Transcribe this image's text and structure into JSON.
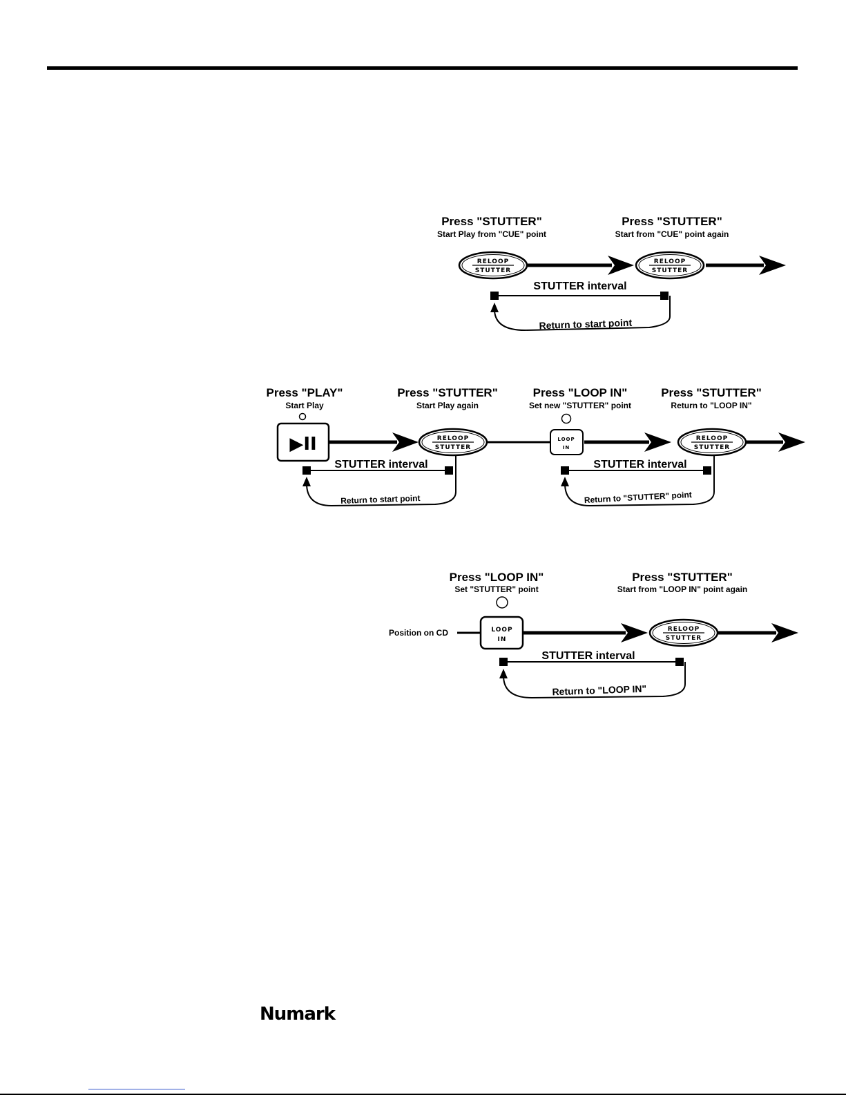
{
  "diagram1": {
    "step1": {
      "title": "Press \"STUTTER\"",
      "subtitle": "Start Play from \"CUE\" point"
    },
    "step2": {
      "title": "Press \"STUTTER\"",
      "subtitle": "Start from \"CUE\" point again"
    },
    "button_top": "RELOOP",
    "button_bottom": "STUTTER",
    "interval_label": "STUTTER interval",
    "return_label": "Return to start point"
  },
  "diagram2": {
    "step1": {
      "title": "Press \"PLAY\"",
      "subtitle": "Start Play"
    },
    "step2": {
      "title": "Press \"STUTTER\"",
      "subtitle": "Start Play again"
    },
    "step3": {
      "title": "Press \"LOOP IN\"",
      "subtitle": "Set new \"STUTTER\" point"
    },
    "step4": {
      "title": "Press \"STUTTER\"",
      "subtitle": "Return to \"LOOP IN\""
    },
    "play_button": "▶II",
    "button_top": "RELOOP",
    "button_bottom": "STUTTER",
    "loop_top": "LOOP",
    "loop_bottom": "IN",
    "interval_label_1": "STUTTER interval",
    "interval_label_2": "STUTTER interval",
    "return_label_1": "Return to start point",
    "return_label_2": "Return to \"STUTTER\" point"
  },
  "diagram3": {
    "step1": {
      "title": "Press \"LOOP IN\"",
      "subtitle": "Set \"STUTTER\" point"
    },
    "step2": {
      "title": "Press \"STUTTER\"",
      "subtitle": "Start from \"LOOP IN\" point again"
    },
    "position_label": "Position on CD",
    "loop_top": "LOOP",
    "loop_bottom": "IN",
    "button_top": "RELOOP",
    "button_bottom": "STUTTER",
    "interval_label": "STUTTER interval",
    "return_label": "Return to \"LOOP IN\""
  },
  "footer": {
    "logo": "Numark"
  }
}
